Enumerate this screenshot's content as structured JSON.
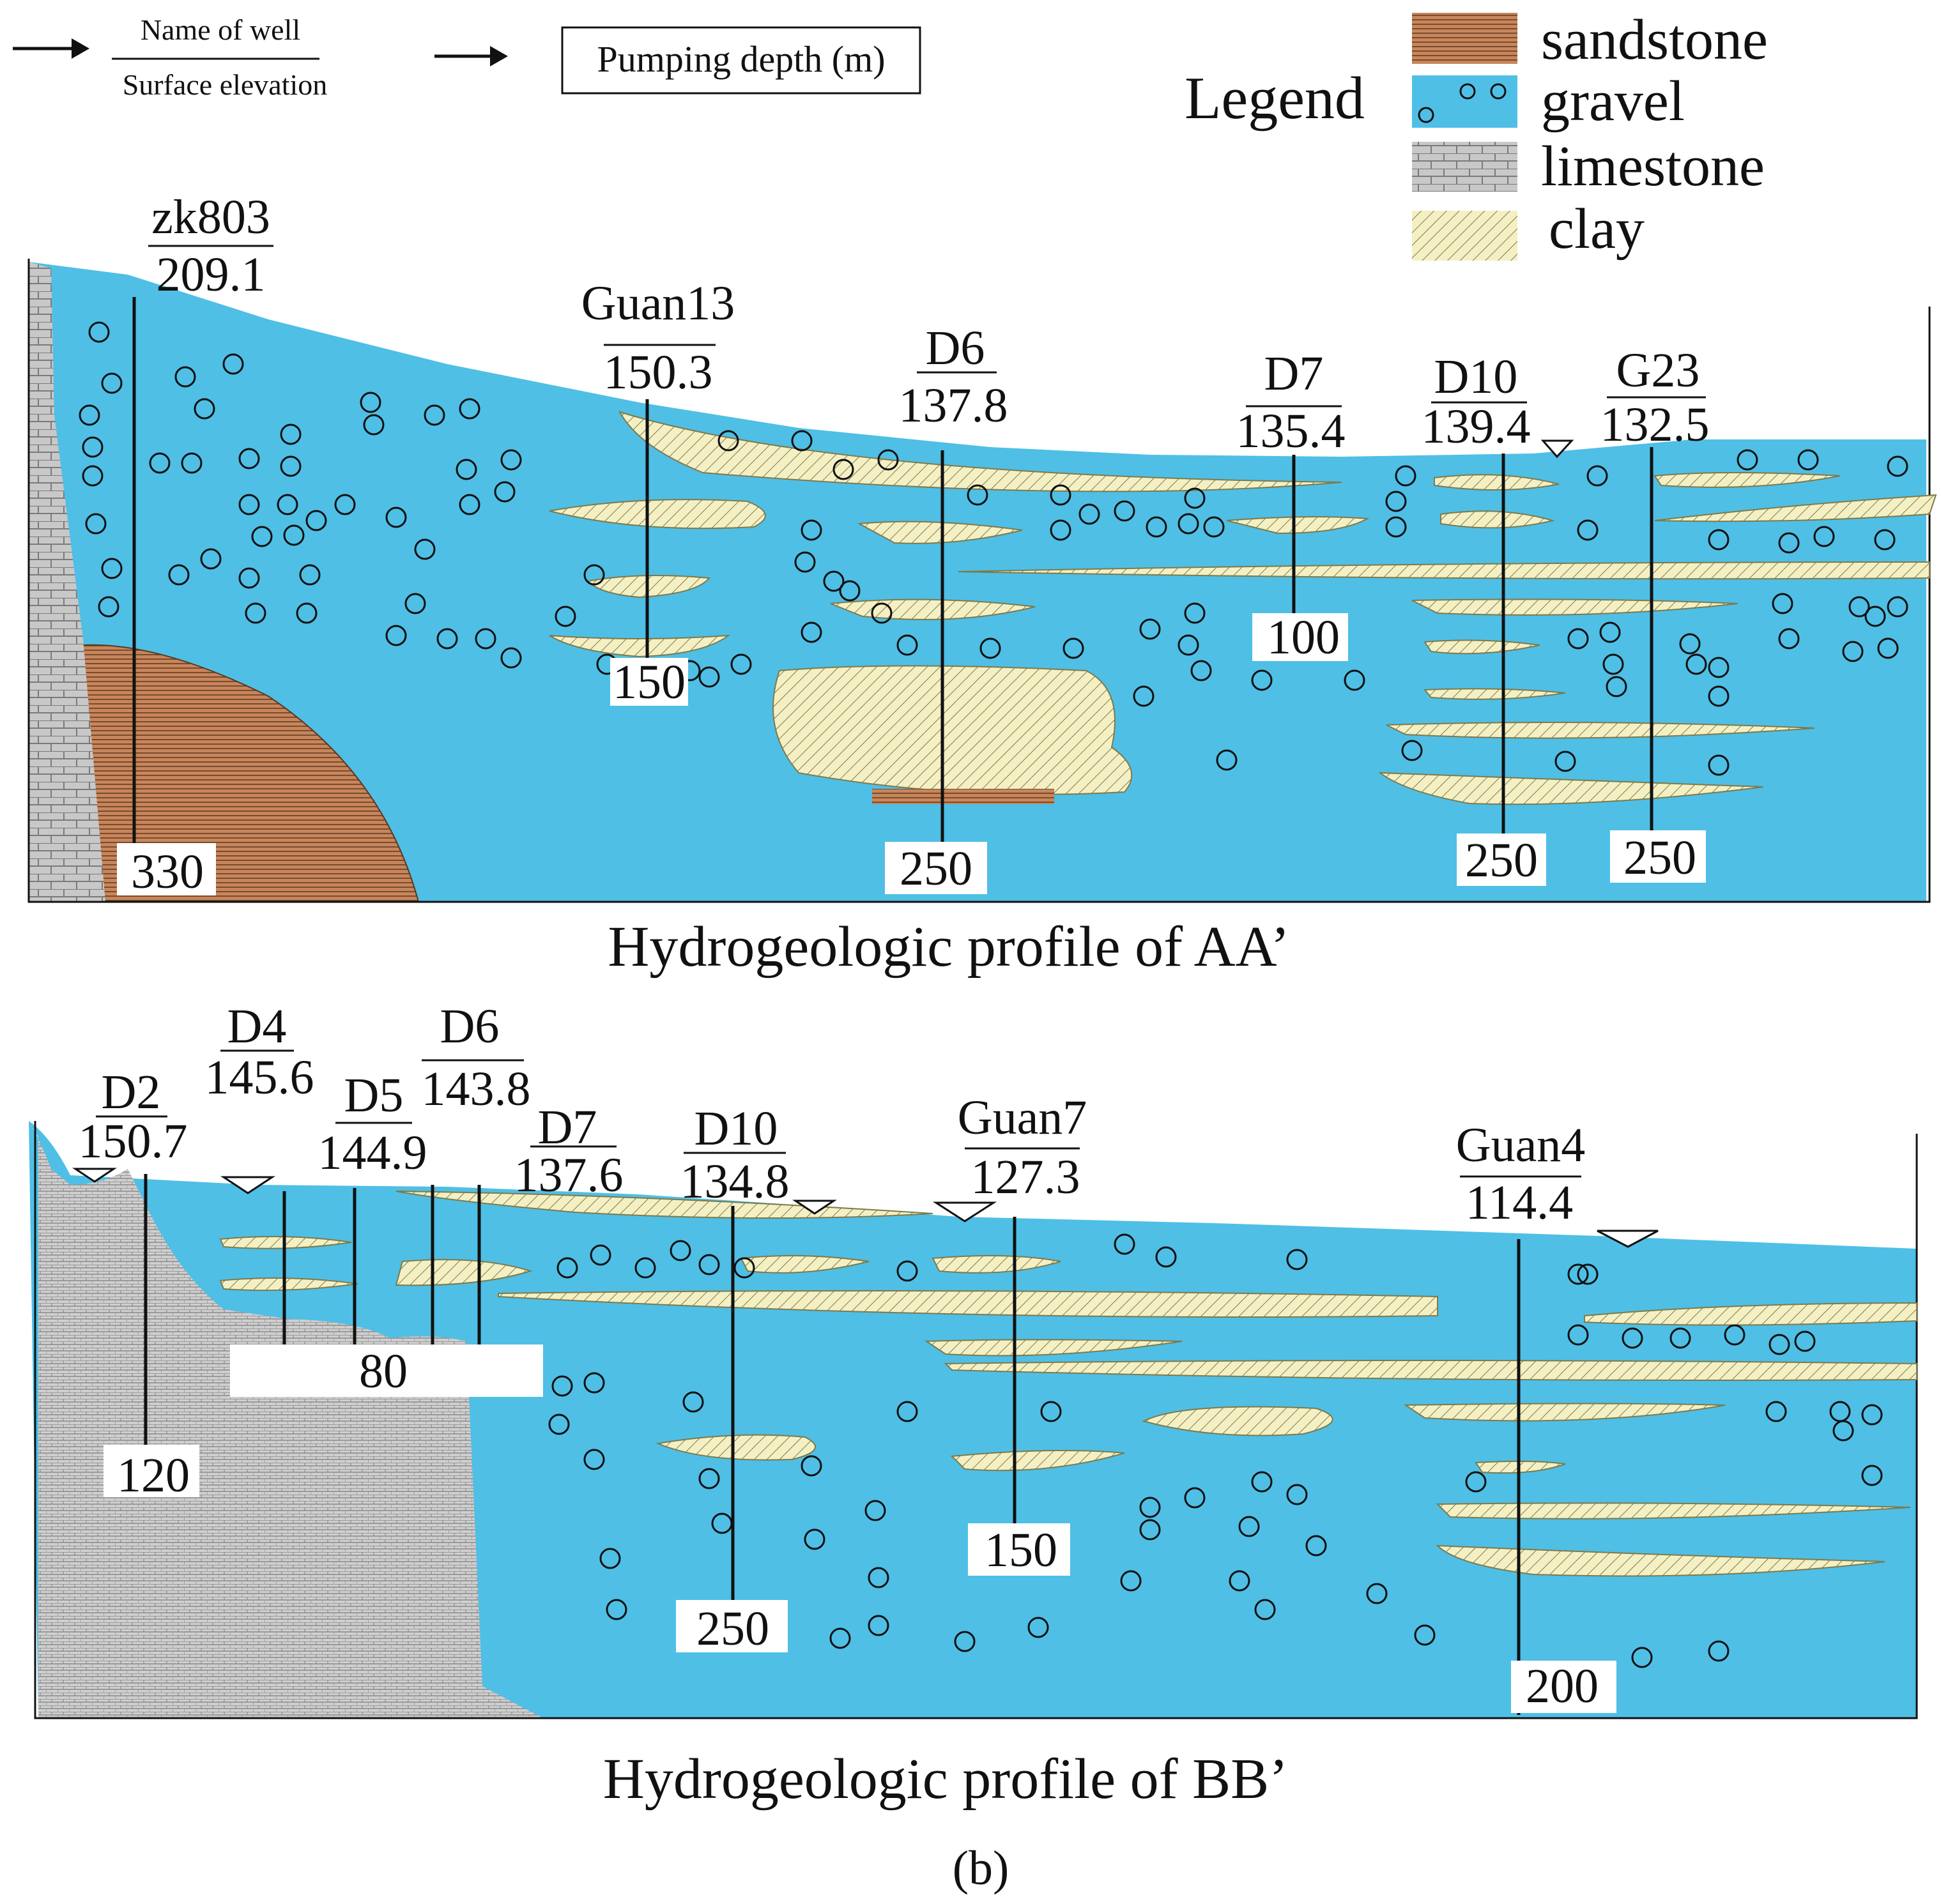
{
  "key": {
    "top_label": "Name of well",
    "bottom_label": "Surface elevation",
    "box_label": "Pumping depth (m)"
  },
  "legend": {
    "title": "Legend",
    "items": [
      {
        "label": "sandstone",
        "pattern": "sandstone"
      },
      {
        "label": "gravel",
        "pattern": "gravel"
      },
      {
        "label": "limestone",
        "pattern": "limestone"
      },
      {
        "label": "clay",
        "pattern": "clay"
      }
    ]
  },
  "colors": {
    "gravel": "#4fbfe6",
    "sandstone": "#c9855a",
    "limestone": "#c8c8c8",
    "clay": "#f4f0c4",
    "ink": "#111111"
  },
  "profile_aa": {
    "caption": "Hydrogeologic profile of AA’",
    "wells": [
      {
        "name": "zk803",
        "elevation": "209.1",
        "depth": "330"
      },
      {
        "name": "Guan13",
        "elevation": "150.3",
        "depth": "150"
      },
      {
        "name": "D6",
        "elevation": "137.8",
        "depth": "250"
      },
      {
        "name": "D7",
        "elevation": "135.4",
        "depth": "100"
      },
      {
        "name": "D10",
        "elevation": "139.4",
        "depth": "250"
      },
      {
        "name": "G23",
        "elevation": "132.5",
        "depth": "250"
      }
    ]
  },
  "profile_bb": {
    "caption": "Hydrogeologic profile of BB’",
    "wells": [
      {
        "name": "D2",
        "elevation": "150.7",
        "depth": "120"
      },
      {
        "name": "D4",
        "elevation": "145.6",
        "depth": "80"
      },
      {
        "name": "D5",
        "elevation": "144.9",
        "depth": ""
      },
      {
        "name": "D6",
        "elevation": "143.8",
        "depth": ""
      },
      {
        "name": "D7",
        "elevation": "137.6",
        "depth": ""
      },
      {
        "name": "D10",
        "elevation": "134.8",
        "depth": "250"
      },
      {
        "name": "Guan7",
        "elevation": "127.3",
        "depth": "150"
      },
      {
        "name": "Guan4",
        "elevation": "114.4",
        "depth": "200"
      }
    ]
  },
  "panel_label": "(b)"
}
